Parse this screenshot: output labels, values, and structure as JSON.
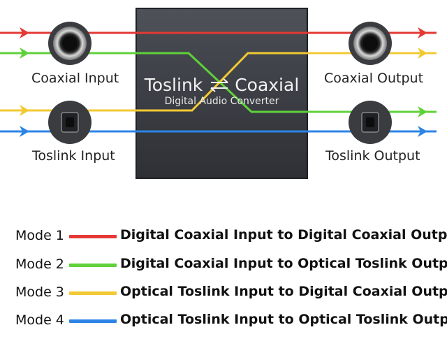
{
  "colors": {
    "red": "#e53935",
    "green": "#5fd13a",
    "yellow": "#f2c933",
    "blue": "#2d84e6",
    "box": "#3a3d42"
  },
  "device": {
    "title_left": "Toslink",
    "title_right": "Coaxial",
    "arrows_icon": "bidirectional-arrows-icon",
    "subtitle": "Digital Audio Converter"
  },
  "ports": {
    "coaxial_input": "Coaxial Input",
    "toslink_input": "Toslink Input",
    "coaxial_output": "Coaxial Output",
    "toslink_output": "Toslink Output"
  },
  "legend": [
    {
      "mode": "Mode 1",
      "color": "#e53935",
      "desc": "Digital Coaxial Input to Digital Coaxial Output"
    },
    {
      "mode": "Mode 2",
      "color": "#5fd13a",
      "desc": "Digital Coaxial Input to Optical Toslink Output"
    },
    {
      "mode": "Mode 3",
      "color": "#f2c933",
      "desc": "Optical Toslink Input to Digital Coaxial Output"
    },
    {
      "mode": "Mode 4",
      "color": "#2d84e6",
      "desc": "Optical Toslink Input to Optical Toslink Output"
    }
  ]
}
